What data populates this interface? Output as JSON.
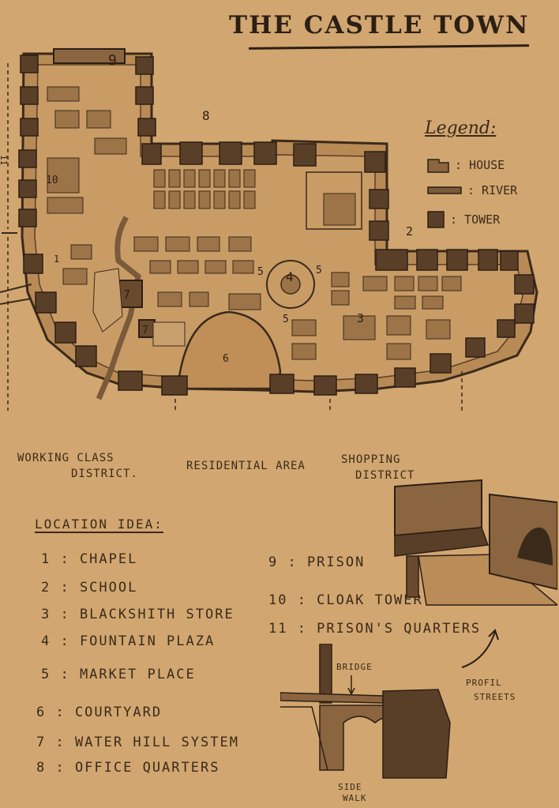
{
  "title": "THE CASTLE TOWN",
  "legend": {
    "title": "Legend:",
    "items": [
      {
        "label": ": HOUSE",
        "symbol": "house",
        "color": "#8a6540"
      },
      {
        "label": ": RIVER",
        "symbol": "river",
        "color": "#7a5a3a"
      },
      {
        "label": ": TOWER",
        "symbol": "tower",
        "color": "#5a3f28"
      }
    ]
  },
  "map_numbers": {
    "n1": "1",
    "n2": "2",
    "n3": "3",
    "n4": "4",
    "n5a": "5",
    "n5b": "5",
    "n5c": "5",
    "n6": "6",
    "n7a": "7",
    "n7b": "7",
    "n8": "8",
    "n9": "9",
    "n10": "10",
    "n11": "11"
  },
  "districts": {
    "working": [
      "WORKING CLASS",
      "DISTRICT."
    ],
    "residential": "RESIDENTIAL AREA",
    "shopping": [
      "SHOPPING",
      "DISTRICT"
    ]
  },
  "locations": {
    "heading": "LOCATION IDEA:",
    "items": [
      "1 : CHAPEL",
      "2 : SCHOOL",
      "3 : BLACKSHITH STORE",
      "4 : FOUNTAIN PLAZA",
      "5 : MARKET PLACE",
      "6 : COURTYARD",
      "7 : WATER HILL SYSTEM",
      "8 : OFFICE QUARTERS",
      "9 : PRISON",
      "10 : CLOAK TOWER",
      "11 : PRISON'S QUARTERS"
    ]
  },
  "sketch": {
    "bridge": "BRIDGE",
    "profile": [
      "PROFIL",
      "STREETS"
    ],
    "sidewalk": [
      "SIDE",
      "WALK"
    ]
  },
  "colors": {
    "paper": "#d1a670",
    "ink": "#3a2a1a",
    "wall": "#7b5635",
    "tower": "#5a3f28",
    "ground": "#b98c58"
  }
}
